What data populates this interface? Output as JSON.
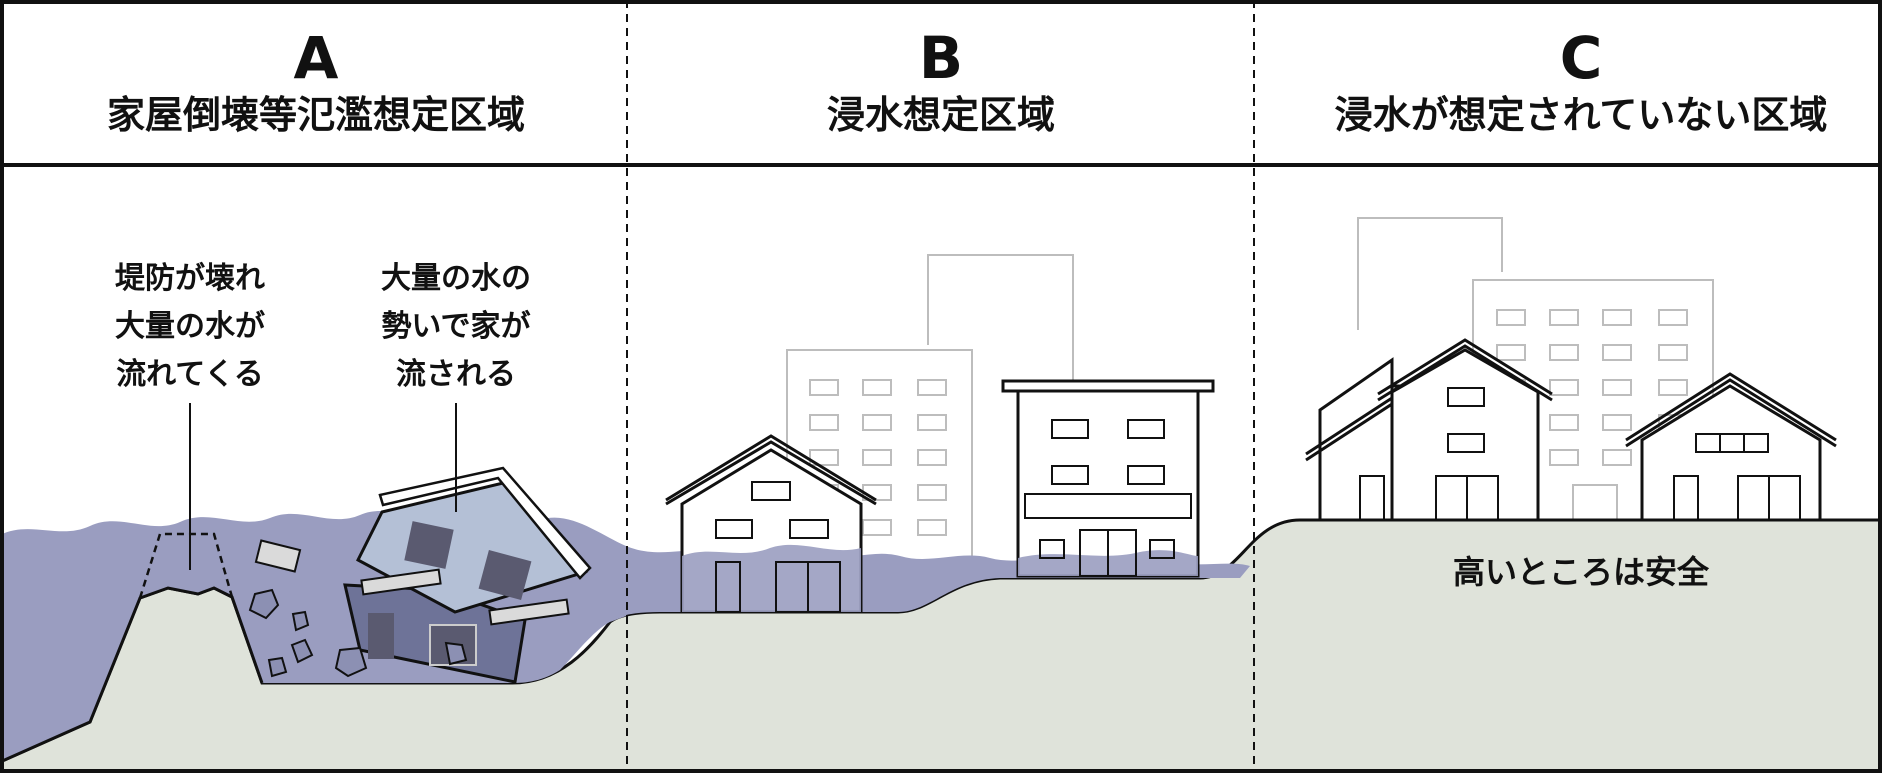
{
  "zones": [
    {
      "letter": "A",
      "title": "家屋倒壊等氾濫想定区域"
    },
    {
      "letter": "B",
      "title": "浸水想定区域"
    },
    {
      "letter": "C",
      "title": "浸水が想定されていない区域"
    }
  ],
  "callouts": {
    "levee": [
      "堤防が壊れ",
      "大量の水が",
      "流れてくる"
    ],
    "house": [
      "大量の水の",
      "勢いで家が",
      "流される"
    ],
    "safe": "高いところは安全"
  },
  "colors": {
    "water": "#9a9dc0",
    "water_dark": "#6e7398",
    "ground": "#dfe3da",
    "stroke": "#111111",
    "faint_building": "#bdbdbd",
    "debris": "#8c90b3",
    "window_dark": "#5a5a70"
  },
  "icons": [
    "collapsed-house-icon",
    "debris-icon",
    "house-icon",
    "apartment-icon",
    "building-icon",
    "broken-levee-icon"
  ]
}
